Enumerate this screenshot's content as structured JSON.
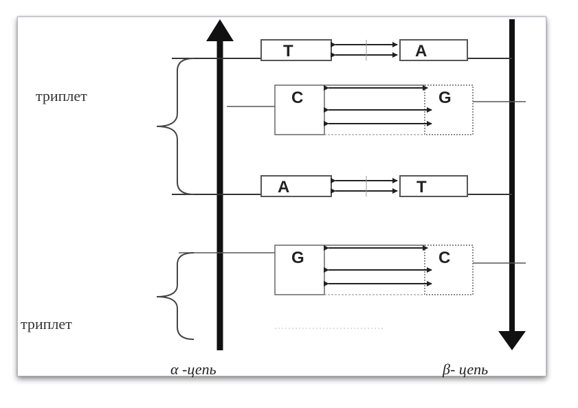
{
  "diagram": {
    "colors": {
      "line": "#111111",
      "box": "#555555",
      "background": "#ffffff"
    },
    "triplet_labels": [
      "триплет",
      "триплет"
    ],
    "chain_labels": [
      "α -цепь",
      "β- цепь"
    ],
    "pairs": [
      {
        "left": "T",
        "right": "A",
        "hydrogen_bonds": 2
      },
      {
        "left": "C",
        "right": "G",
        "hydrogen_bonds": 3
      },
      {
        "left": "A",
        "right": "T",
        "hydrogen_bonds": 2
      },
      {
        "left": "G",
        "right": "C",
        "hydrogen_bonds": 3
      }
    ]
  }
}
